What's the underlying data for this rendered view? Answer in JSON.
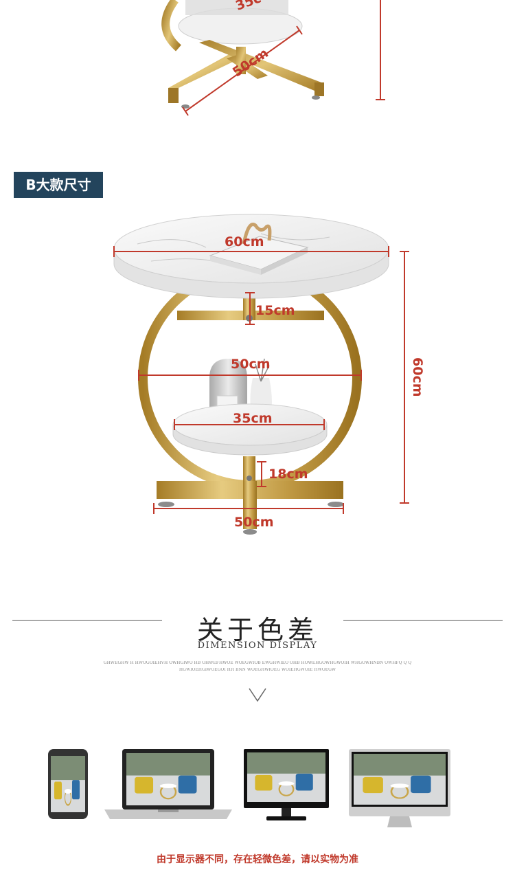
{
  "top_section": {
    "dim_depth": "50cm",
    "dim_partial": "35c"
  },
  "size_b": {
    "banner": "B大款尺寸",
    "dims": {
      "top_width": "60cm",
      "gap": "15cm",
      "ring_width": "50cm",
      "shelf_width": "35cm",
      "base_gap": "18cm",
      "base_width": "50cm",
      "height": "60cm"
    }
  },
  "color_section": {
    "title_zh": "关于色差",
    "title_en": "DIMENSION DISPLAY",
    "filler_line1": "GHWEGHW H HWOGOIEHVH OWHGIWO HB OHWEFHWOE WOEGWIOB EWGHWIEO OHB HOWEHGOWHGWOIH WHGOWHNBN OWHFQ Q Q",
    "filler_line2": "HGWIOEHGIWOEGOI HH BNN WOEGHWIOEG WOIEHGWOIE HWOEGW",
    "devices": [
      "phone",
      "laptop",
      "monitor",
      "imac"
    ],
    "note": "由于显示器不同，存在轻微色差，请以实物为准"
  },
  "colors": {
    "accent_red": "#c0392b",
    "banner_bg": "#23445c",
    "gold": "#c9a64a"
  }
}
